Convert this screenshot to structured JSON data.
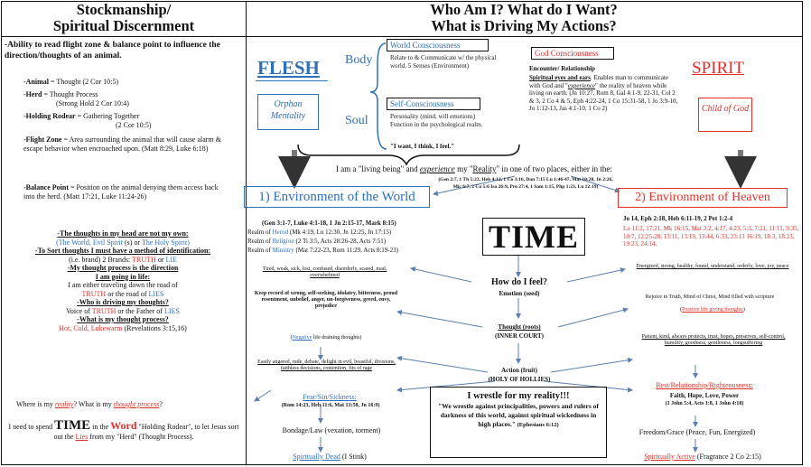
{
  "left": {
    "title1": "Stockmanship/",
    "title2": "Spiritual Discernment",
    "intro": "-Ability to read flight zone & balance point to influence the  direction/thoughts of an animal.",
    "animal_term": "-Animal",
    "animal_def": " = Thought (2 Cor 10:5)",
    "herd_term": "-Herd",
    "herd_def": " = Thought Process",
    "herd_def2": "(Strong Hold 2 Cor 10:4)",
    "rodear_term": "-Holding Rodear",
    "rodear_def": " = Gathering Together",
    "rodear_def2": "(2 Cor 10:5)",
    "flight_term": "-Flight Zone",
    "flight_def": " = Area surrounding the animal that will cause alarm & escape behavior when encroached upon. (Matt 8:29, Luke 6:18)",
    "balance_term": "-Balance Point",
    "balance_def": " = Position on the animal denying them access back into the herd. (Matt 17:21, Luke 11:24-26)",
    "thoughts_not_own": "-The thoughts in my head are not my own:",
    "world_evil": "(The World, Evil Spirit",
    "or_word": " (s) or ",
    "holy_spirit": "The Holy Spirit)",
    "sort_thoughts": "-To Sort thoughts I must have a method of identification:",
    "brands_prefix": "(i.e. brand) 2 Brands: ",
    "truth": "TRUTH",
    "or_small": " or ",
    "lie": "LIE",
    "process_direction": "-My thought process is the direction",
    "going_in_life": "I am going in life:",
    "traveling": "I am either traveling down the road of",
    "truth_road_a": "TRUTH",
    "truth_road_b": " or the road of ",
    "lies": "LIES",
    "driving_q": "-Who is driving my thoughts?",
    "voice_a": "Voice of ",
    "voice_truth": "TRUTH",
    "voice_b": " or the Father of ",
    "voice_lies": "LIES",
    "process_q": "-What is my thought process?",
    "hot_cold": "Hot, Cold, Lukewarm",
    "revelations": " (Revelations 3:15,16)",
    "where_a": "Where is my ",
    "where_reality": "reality",
    "where_b": "?   What is my ",
    "where_process": "thought process",
    "where_c": "?",
    "spend_a": "I need to spend ",
    "spend_time": "TIME",
    "spend_b": " in the ",
    "spend_word": "Word",
    "spend_c": " \"Holding Rodear\", to let Jesus sort out the ",
    "spend_lies": "Lies",
    "spend_d": " from my \"Herd\" (Thought Process)."
  },
  "header": {
    "line1": "Who Am I?   What do I Want?",
    "line2": "What is Driving My Actions?"
  },
  "flesh": {
    "label": "FLESH",
    "orphan": "Orphan Mentality",
    "body": "Body",
    "soul": "Soul",
    "world_consciousness": "World Consciousness",
    "world_text": "Relate to & Communicate w/ the physical world. 5 Senses (Environment)",
    "self_consciousness": "Self-Consciousness",
    "self_text": "Personality (mind, will emotions) Function in the psychological realm.",
    "self_quote": "\"I want, I think, I feel.\""
  },
  "spirit": {
    "label": "SPIRIT",
    "child": "Child of God",
    "god_consciousness": "God Consciousness",
    "encounter": "Encounter/ Relationship",
    "god_text_a": "Spiritual eyes and ears",
    "god_text_b": ". Enables man to communicate with God and \"",
    "god_text_c": "experience",
    "god_text_d": "\" the reality of heaven while living on earth. (Jn 10:27, Rom 8, Gal 4:1-9, 22-31, Col 2 & 3, 2 Co 4 & 5, Eph 4:22-24, 1 Co 15:31-58, 1 Jo 3:9-10, Jo 1:12-13, Jas 4:1-10, 1 Co 2)"
  },
  "center": {
    "living_a": "I am a \"living being\" and ",
    "living_exp": "experience",
    "living_b": " my \"",
    "living_reality": "Reality",
    "living_c": "\" in one of two places, either in the:",
    "refs": "(Gen 2:7, 1 Th 5:23, Heb 4:12, 1 Co 3:16, Dan 7:15 Lu 1:46-47, Mat 10:28, Jn 2:26, Mic 6:7, 2 Co 5:6 Isa 26:9, Pro 27:4, 1 Sam 1:15, Php 1:23, Lu 12:19)",
    "time": "TIME",
    "how_feel": "How do I feel?",
    "emotion": "Emotion (seed)",
    "thought": "Thought (roots)",
    "inner_court": "(INNER COURT)",
    "action": "Action (fruit)",
    "holy": "(HOLY OF HOLLIES)",
    "wrestle_title": "I wrestle for my reality!!!",
    "wrestle_text": "\"We wrestle against principalities, powers and rulers of darkness of this world, against spiritual wickedness in high places.\"",
    "wrestle_ref": " (Ephesians 6:12)"
  },
  "world_env": {
    "title": "1) Environment of the World",
    "refs": "(Gen 3:1-7, Luke 4:1-18, 1 Jn 2:15-17, Mark 8:15)",
    "herod_a": "Realm of ",
    "herod": "Herod",
    "herod_b": " (Mk 4:19, Lu 12:30, Jn 12:25, Jn 17:15)",
    "religion_a": "Realm of ",
    "religion": "Religion",
    "religion_b": " (2 Ti 3:5, Acts 28:26-28, Acts 7:51)",
    "ministry_a": "Realm of ",
    "ministry": "Ministry",
    "ministry_b": " (Mat 7:22-23, Rom 11:29, Acts 8:19-23)",
    "tired": "Tired, weak, sick, lost, confused, disorderly, scared, mad, overwhelmed",
    "record": "Keep record of wrong, self-seeking, idolatry, bitterness, proud resentment, unbelief, anger, un-forgiveness, greed, envy, prejudice",
    "negative_a": "(",
    "negative": "Negative",
    "negative_b": " life draining thoughts)",
    "easily": "Easily angered, rude, debate, delight in evil, boastful, divisions, faithless decisions, contention, fits of rage",
    "fear": "Fear/Sin/Sickness:",
    "fear_refs": "(Rom 14:23, Heb 11:6, Mat 13:58, Jn 16:9)",
    "bondage": "Bondage/Law (vexation, torment)",
    "dead": "Spiritually Dead",
    "dead_b": " (I Stink)"
  },
  "heaven_env": {
    "title": "2) Environment of Heaven",
    "refs_a": "Jo 14, Eph 2:18, Heb 6:11-19, 2 Pet 1:2-4",
    "refs_b": "Lu 11:2, 17:21, Mk 16:15, Mat 3:2, 4:17, 4:23, 5:3, 7:21, 11:11, 9:35, 10:7, 12:25-28, 13:11, 13:19, 13:44, 6:33, 23:13 16:19, 18:3, 18:23, 19:23, 24:14,",
    "energized": "Energized, strong, healthy, found, understand, orderly, love, joy, peace",
    "rejoice": "Rejoice in Truth, Mind of Christ, Mind filled with scripture",
    "positive_a": "(",
    "positive": "Positive life giving thoughts",
    "positive_b": ")",
    "patient": "Patient, kind, always protects, trust, hopes, preserves, self-control, humility, goodness, gentleness, longsuffering",
    "rest": "Rest/Relationship/Righteousness:",
    "faith": "Faith, Hope, Love, Power",
    "faith_refs": "(1 John 5:4, Acts 1:8, 1 John 4:18)",
    "freedom": "Freedom/Grace (Peace, Fun, Energized)",
    "active": "Spiritually Active",
    "active_b": " (Fragrance 2 Co 2:15)"
  }
}
